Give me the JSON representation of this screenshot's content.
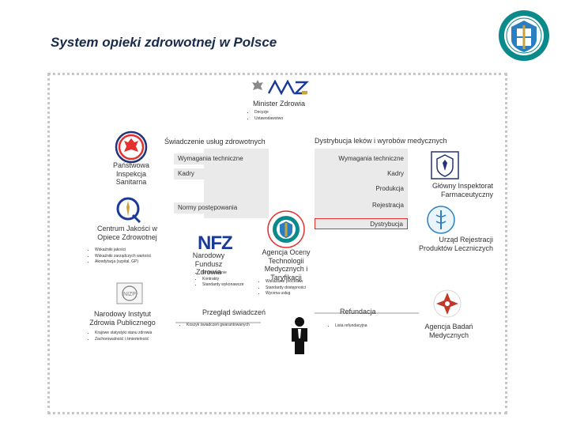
{
  "title": "System opieki zdrowotnej w Polsce",
  "minister": {
    "label": "Minister Zdrowia",
    "bullets": [
      "Decyzje",
      "Ustawodawstwo"
    ]
  },
  "sections": {
    "services_header": "Świadczenie usług zdrowotnych",
    "drugs_header": "Dystrybucja leków i wyrobów medycznych"
  },
  "left_bars": {
    "tech_requirements": "Wymagania techniczne",
    "staff": "Kadry",
    "procedures": "Normy postępowania"
  },
  "right_bars": {
    "tech_requirements": "Wymagania techniczne",
    "staff": "Kadry",
    "production": "Produkcja",
    "registration": "Rejestracja",
    "distribution": "Dystrybucja"
  },
  "institutions": {
    "sanitary": "Państwowa Inspekcja Sanitarna",
    "quality_center": {
      "label": "Centrum Jakości w Opiece Zdrowotnej",
      "bullets": [
        "Wskaźniki jakości",
        "Wskaźniki zarządczych wartości",
        "Akredytacja (szpital, GP)"
      ]
    },
    "nfz": {
      "logo": "NFZ",
      "label": "Narodowy Fundusz Zdrowia",
      "bullets": [
        "Finansowanie",
        "Kontrakty",
        "Standardy wykonawcze"
      ]
    },
    "hta": {
      "label": "Agencja Oceny Technologii Medycznych i Taryfikacji",
      "bullets": [
        "Wskazanie procesów",
        "Standardy dostępności",
        "Wycena usług"
      ]
    },
    "public_health": {
      "label": "Narodowy Instytut Zdrowia Publicznego",
      "bullets": [
        "Krajowe statystyki stanu zdrowia",
        "Zachorowalność i śmiertelność"
      ]
    },
    "pharma_inspector": "Główny Inspektorat Farmaceutyczny",
    "registration_office": "Urząd Rejestracji Produktów Leczniczych",
    "medical_research": "Agencja Badań Medycznych"
  },
  "bottom": {
    "service_review": "Przegląd świadczeń",
    "service_review_bullets": [
      "Koszyk świadczeń gwarantowanych"
    ],
    "reimbursement": "Refundacja",
    "reimbursement_bullets": [
      "Lista refundacyjna"
    ]
  },
  "colors": {
    "bar_gray": "#eaeaea",
    "red_accent": "#e53030",
    "teal": "#0b8a8c",
    "navy": "#23337a",
    "gold": "#c9a43a",
    "blue_logo": "#1a3a9a"
  },
  "icons": [
    "poland-eagle-icon",
    "ministry-logo-icon",
    "sanitary-emblem-icon",
    "quality-q-icon",
    "hta-emblem-icon",
    "pharma-inspector-icon",
    "registration-office-icon",
    "public-health-emblem-icon",
    "person-icon",
    "medical-research-cross-icon",
    "corner-badge-icon"
  ]
}
